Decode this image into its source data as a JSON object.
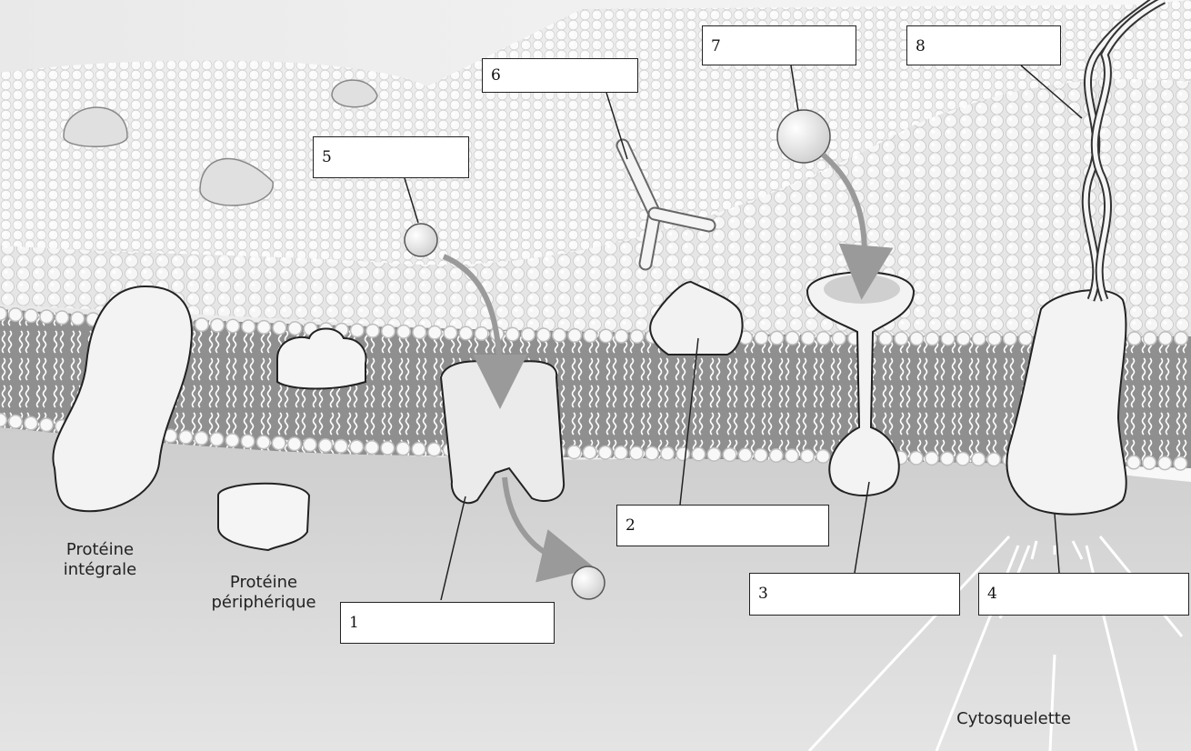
{
  "callouts": [
    {
      "id": "1",
      "number": "1"
    },
    {
      "id": "2",
      "number": "2"
    },
    {
      "id": "3",
      "number": "3"
    },
    {
      "id": "4",
      "number": "4"
    },
    {
      "id": "5",
      "number": "5"
    },
    {
      "id": "6",
      "number": "6"
    },
    {
      "id": "7",
      "number": "7"
    },
    {
      "id": "8",
      "number": "8"
    }
  ],
  "labels": {
    "integral_line1": "Protéine",
    "integral_line2": "intégrale",
    "peripheral_line1": "Protéine",
    "peripheral_line2": "périphérique",
    "cytoskeleton": "Cytosquelette"
  },
  "colors": {
    "cytoplasm": "#dcdcdc",
    "bead": "#f4f4f4",
    "protein": "#f2f2f2",
    "outline": "#222222"
  }
}
